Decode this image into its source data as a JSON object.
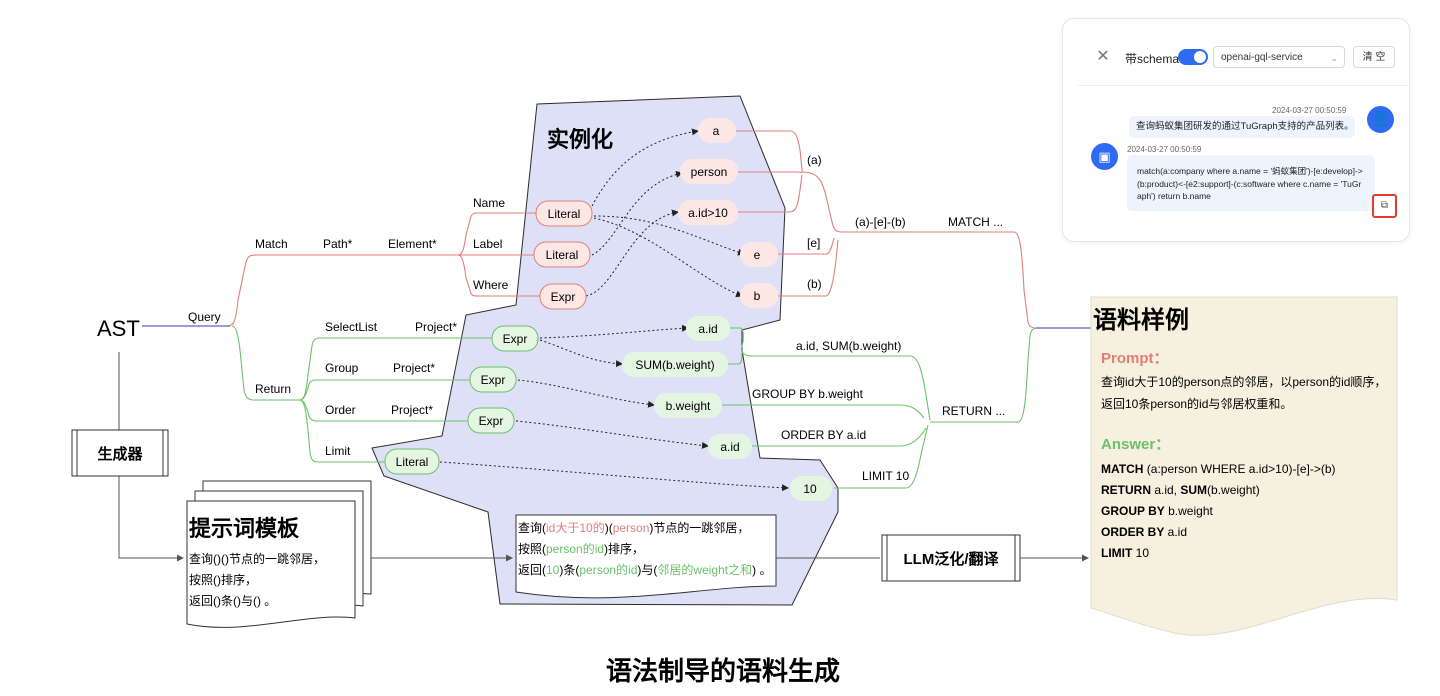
{
  "ast": {
    "root": "AST",
    "query": "Query",
    "match": "Match",
    "path": "Path*",
    "element": "Element*",
    "name": "Name",
    "label": "Label",
    "where": "Where",
    "return": "Return",
    "selectlist": "SelectList",
    "group": "Group",
    "order": "Order",
    "limit": "Limit",
    "project1": "Project*",
    "project2": "Project*",
    "project3": "Project*"
  },
  "nodes": {
    "literal1": "Literal",
    "literal2": "Literal",
    "expr1": "Expr",
    "expr2": "Expr",
    "expr3": "Expr",
    "expr4": "Expr",
    "literal3": "Literal"
  },
  "instantiate": {
    "title": "实例化",
    "a": "a",
    "person": "person",
    "aid10": "a.id>10",
    "e": "e",
    "b": "b",
    "aid": "a.id",
    "sum": "SUM(b.weight)",
    "bweight": "b.weight",
    "aid2": "a.id",
    "ten": "10"
  },
  "compose": {
    "pa": "(a)",
    "pe": "[e]",
    "pb": "(b)",
    "path": "(a)-[e]-(b)",
    "match": "MATCH ...",
    "ret_items": "a.id, SUM(b.weight)",
    "groupby": "GROUP BY b.weight",
    "orderby": "ORDER BY a.id",
    "limit": "LIMIT 10",
    "return": "RETURN ..."
  },
  "generator": "生成器",
  "template": {
    "title": "提示词模板",
    "line1": "查询()()节点的一跳邻居，",
    "line2": "按照()排序，",
    "line3": "返回()条()与() 。"
  },
  "filled": {
    "l1_a": "查询(",
    "l1_b": "id大于10的",
    "l1_c": ")(",
    "l1_d": "person",
    "l1_e": ")节点的一跳邻居，",
    "l2_a": "按照(",
    "l2_b": "person的id",
    "l2_c": ")排序，",
    "l3_a": "返回(",
    "l3_b": "10",
    "l3_c": ")条(",
    "l3_d": "person的id",
    "l3_e": ")与(",
    "l3_f": "邻居的weight之和",
    "l3_g": ") 。"
  },
  "llm": "LLM泛化/翻译",
  "corpus": {
    "title": "语料样例",
    "prompt_label": "Prompt：",
    "prompt_line1": "查询id大于10的person点的邻居，以person的id顺序，",
    "prompt_line2": "返回10条person的id与邻居权重和。",
    "answer_label": "Answer：",
    "ans1_kw": "MATCH",
    "ans1_rest": " (a:person WHERE a.id>10)-[e]->(b)",
    "ans2_kw": "RETURN",
    "ans2_mid": " a.id, ",
    "ans2_kw2": "SUM",
    "ans2_rest": "(b.weight)",
    "ans3_kw": "GROUP BY",
    "ans3_rest": " b.weight",
    "ans4_kw": "ORDER BY",
    "ans4_rest": " a.id",
    "ans5_kw": "LIMIT",
    "ans5_rest": " 10"
  },
  "caption": "语法制导的语料生成",
  "chat": {
    "schema_label": "带schema",
    "service": "openai-gql-service",
    "clear": "清 空",
    "ts_user": "2024-03-27 00:50:59",
    "user_msg": "查询蚂蚁集团研发的通过TuGraph支持的产品列表。",
    "ts_bot": "2024-03-27 00:50:59",
    "bot_msg": "match(a:company where a.name = '蚂蚁集团')-[e:develop]->(b:product)<-[e2:support]-(c:software where c.name = 'TuGraph') return b.name"
  },
  "colors": {
    "red": "#e07f7a",
    "green": "#6cc06a",
    "purple": "#7a7ad0",
    "instantiate_fill": "#dde0f7",
    "node_red_fill": "#fde7e5",
    "node_green_fill": "#e4f5e2",
    "corpus_fill": "#f6f0df",
    "accent_blue": "#2f6bf0"
  }
}
